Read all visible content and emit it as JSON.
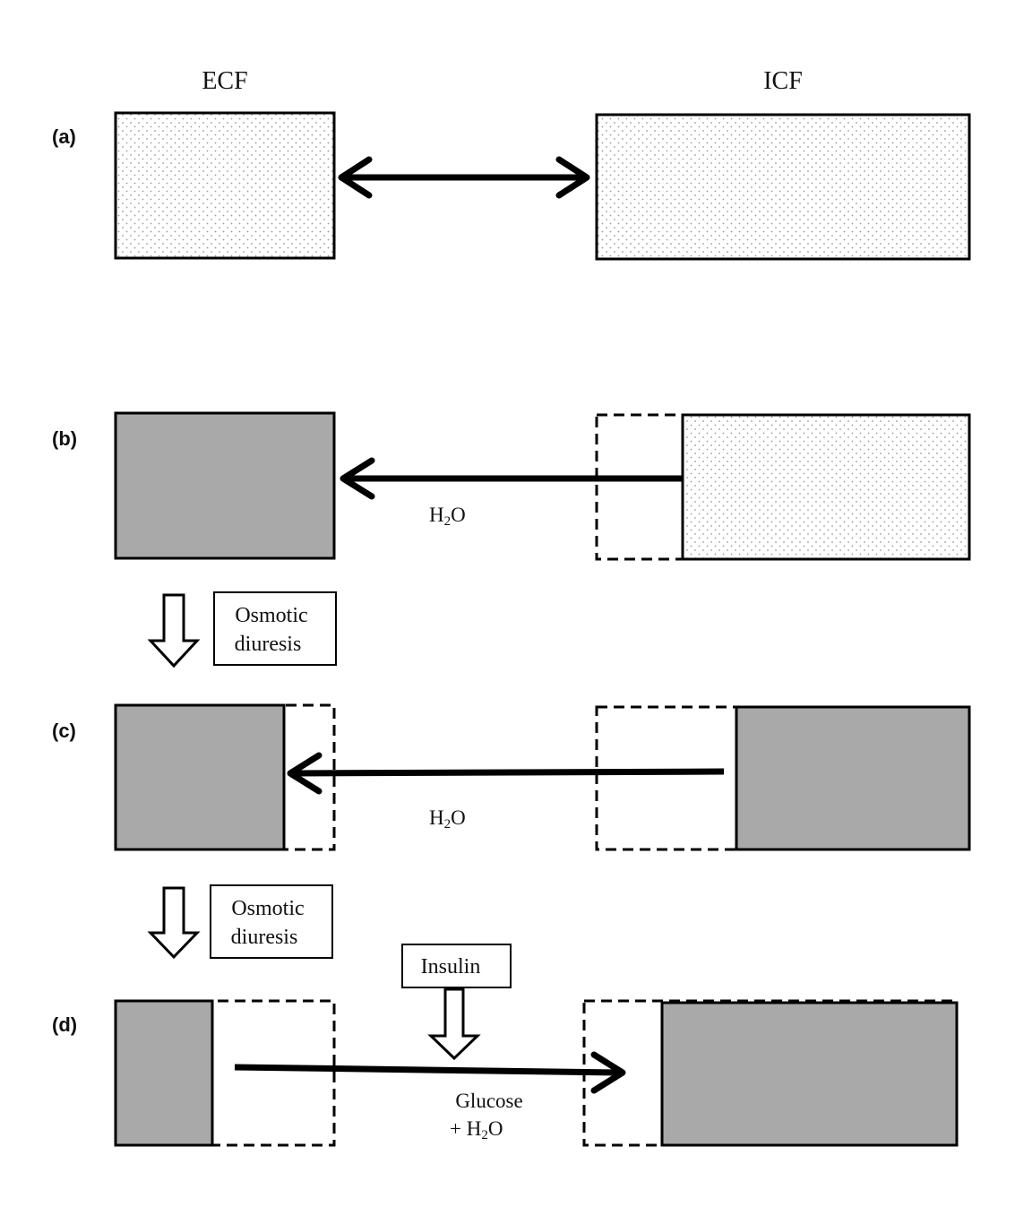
{
  "headers": {
    "left": "ECF",
    "right": "ICF"
  },
  "panels": [
    {
      "id": "a",
      "label": "(a)"
    },
    {
      "id": "b",
      "label": "(b)",
      "arrow_label": "H",
      "arrow_label_sub": "2",
      "arrow_label_tail": "O"
    },
    {
      "id": "c",
      "label": "(c)",
      "arrow_label": "H",
      "arrow_label_sub": "2",
      "arrow_label_tail": "O"
    },
    {
      "id": "d",
      "label": "(d)",
      "arrow_label_line1": "Glucose",
      "arrow_label_line2": "+ H",
      "arrow_label_sub": "2",
      "arrow_label_tail": "O"
    }
  ],
  "steps": [
    {
      "line1": "Osmotic",
      "line2": "diuresis"
    },
    {
      "line1": "Osmotic",
      "line2": "diuresis"
    }
  ],
  "insulin_label": "Insulin",
  "colors": {
    "shaded": "#a9a9a9",
    "dots": "#9a9a9a",
    "stroke": "#000000"
  }
}
